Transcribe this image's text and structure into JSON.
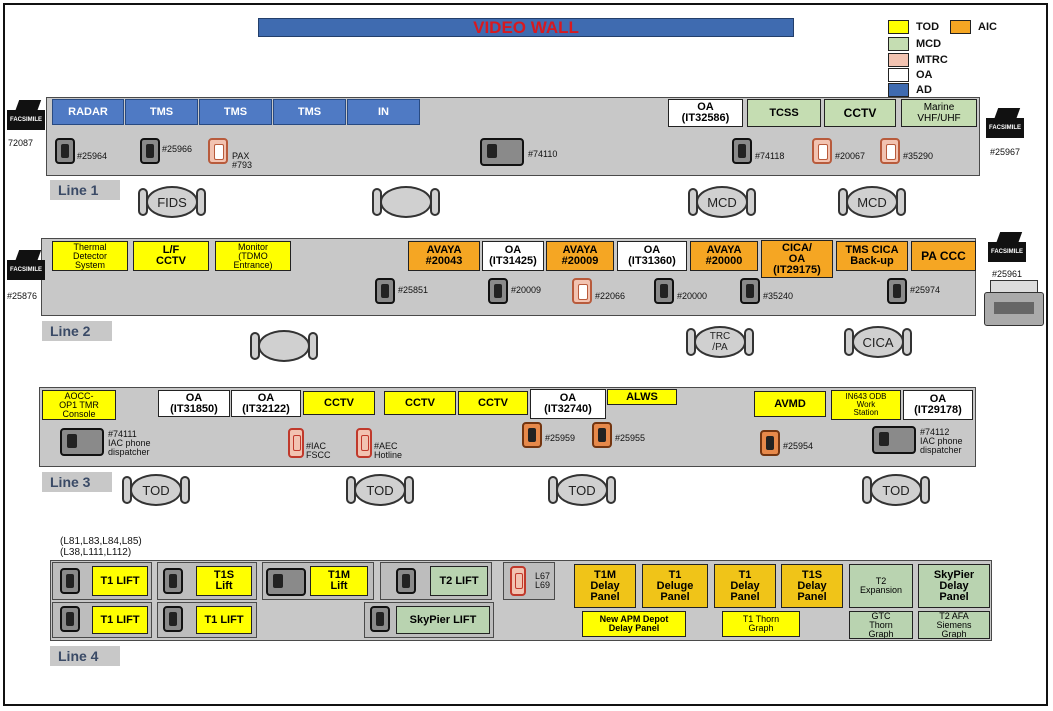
{
  "video_wall": "VIDEO WALL",
  "legend": [
    {
      "label": "TOD",
      "color": "#ffff00"
    },
    {
      "label": "AIC",
      "color": "#f5a623"
    },
    {
      "label": "MCD",
      "color": "#c5ddb2"
    },
    {
      "label": "MTRC",
      "color": "#f2c3b1"
    },
    {
      "label": "OA",
      "color": "#ffffff"
    },
    {
      "label": "AD",
      "color": "#3f6bb0"
    }
  ],
  "lines": [
    "Line 1",
    "Line 2",
    "Line 3",
    "Line 4"
  ],
  "fax": {
    "label": "FACSIMILE",
    "ext1": "72087",
    "ext1r": "#25967",
    "ext2": "#25876",
    "ext2r": "#25961"
  },
  "line1": {
    "buttons": [
      "RADAR",
      "TMS",
      "TMS",
      "TMS",
      "IN",
      "OA\n(IT32586)",
      "TCSS",
      "CCTV",
      "Marine\nVHF/UHF"
    ],
    "phones": [
      "#25964",
      "#25966",
      "PAX\n#793",
      "#74110",
      "#74118",
      "#20067",
      "#35290"
    ],
    "chairs": [
      "FIDS",
      "",
      "MCD",
      "MCD"
    ]
  },
  "line2": {
    "buttons": [
      "Thermal\nDetector\nSystem",
      "L/F\nCCTV",
      "Monitor\n(TDMO\nEntrance)",
      "AVAYA\n#20043",
      "OA\n(IT31425)",
      "AVAYA\n#20009",
      "OA\n(IT31360)",
      "AVAYA\n#20000",
      "CICA/\nOA\n(IT29175)",
      "TMS CICA\nBack-up",
      "PA CCC"
    ],
    "phones": [
      "#25851",
      "#20009",
      "#22066",
      "#20000",
      "#35240",
      "#25974"
    ],
    "chairs": [
      "",
      "TRC\n/PA",
      "CICA"
    ]
  },
  "line3": {
    "buttons": [
      "AOCC-\nOP1 TMR\nConsole",
      "OA\n(IT31850)",
      "OA\n(IT32122)",
      "CCTV",
      "CCTV",
      "CCTV",
      "OA\n(IT32740)",
      "ALWS",
      "AVMD",
      "IN643 ODB\nWork\nStation",
      "OA\n(IT29178)"
    ],
    "phones": [
      "#74111\nIAC phone\ndispatcher",
      "#IAC\nFSCC",
      "#AEC\nHotline",
      "#25959",
      "#25955",
      "#25954",
      "#74112\nIAC phone\ndispatcher"
    ],
    "chairs": [
      "TOD",
      "TOD",
      "TOD",
      "TOD"
    ]
  },
  "line4": {
    "note": "(L81,L83,L84,L85)\n(L38,L111,L112)",
    "buttons": [
      "T1 LIFT",
      "T1S\nLift",
      "T1M\nLift",
      "T2 LIFT",
      "T1 LIFT",
      "T1 LIFT",
      "SkyPier LIFT",
      "T1M\nDelay\nPanel",
      "T1\nDeluge\nPanel",
      "T1\nDelay\nPanel",
      "T1S\nDelay\nPanel",
      "T2\nExpansion",
      "SkyPier\nDelay\nPanel",
      "New APM Depot\nDelay Panel",
      "T1 Thorn\nGraph",
      "GTC\nThorn\nGraph",
      "T2 AFA\nSiemens\nGraph"
    ],
    "l67": "L67\nL69"
  }
}
